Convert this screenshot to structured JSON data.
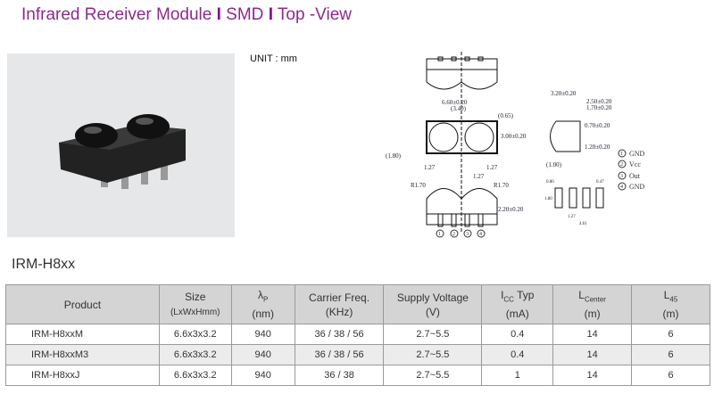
{
  "header": {
    "title_part1": "Infrared Receiver Module",
    "separator": "I",
    "title_part2": "SMD",
    "title_part3": "Top -View",
    "title_color": "#8b2a8f"
  },
  "drawing": {
    "unit": "UNIT : mm",
    "dims": {
      "width": "6.60±0.20",
      "pitch": "(3.40)",
      "offset": "(0.65)",
      "depth": "3.00±0.20",
      "left_offset": "(1.80)",
      "pin_a": "1.27",
      "pin_b": "1.27",
      "pin_c": "1.27",
      "radius_left": "R1.70",
      "radius_right": "R1.70",
      "height": "2.20±0.20",
      "side_total": "3.20±0.20",
      "side_a": "2.50±0.20",
      "side_b": "1.70±0.20",
      "side_c": "0.70±0.20",
      "side_d": "1.20±0.20",
      "side_e": "(1.00)",
      "pad_w": "0.80",
      "pad_gap": "0.47",
      "pad_h": "1.80",
      "pad_pitch": "1.27",
      "pad_total": "4.61"
    },
    "pins": [
      "1",
      "2",
      "3",
      "4"
    ],
    "legend": [
      {
        "num": "1",
        "label": "GND"
      },
      {
        "num": "2",
        "label": "Vcc"
      },
      {
        "num": "3",
        "label": "Out"
      },
      {
        "num": "4",
        "label": "GND"
      }
    ]
  },
  "series_title": "IRM-H8xx",
  "table": {
    "headers": {
      "product": "Product",
      "size": "Size",
      "size_unit": "(LxWxHmm)",
      "lambda": "λ",
      "lambda_sub": "P",
      "lambda_unit": "(nm)",
      "carrier": "Carrier Freq.",
      "carrier_unit": "(KHz)",
      "supply": "Supply Voltage",
      "supply_unit": "(V)",
      "icc": "I",
      "icc_sub": "CC",
      "icc_rest": " Typ",
      "icc_unit": "(mA)",
      "lc": "L",
      "lc_sub": "Center",
      "lc_unit": "(m)",
      "l45": "L",
      "l45_sub": "45",
      "l45_unit": "(m)"
    },
    "rows": [
      {
        "product": "IRM-H8xxM",
        "size": "6.6x3x3.2",
        "lambda": "940",
        "carrier": "36 / 38 / 56",
        "supply": "2.7~5.5",
        "icc": "0.4",
        "lc": "14",
        "l45": "6"
      },
      {
        "product": "IRM-H8xxM3",
        "size": "6.6x3x3.2",
        "lambda": "940",
        "carrier": "36 / 38 / 56",
        "supply": "2.7~5.5",
        "icc": "0.4",
        "lc": "14",
        "l45": "6"
      },
      {
        "product": "IRM-H8xxJ",
        "size": "6.6x3x3.2",
        "lambda": "940",
        "carrier": "36 / 38",
        "supply": "2.7~5.5",
        "icc": "1",
        "lc": "14",
        "l45": "6"
      }
    ]
  }
}
